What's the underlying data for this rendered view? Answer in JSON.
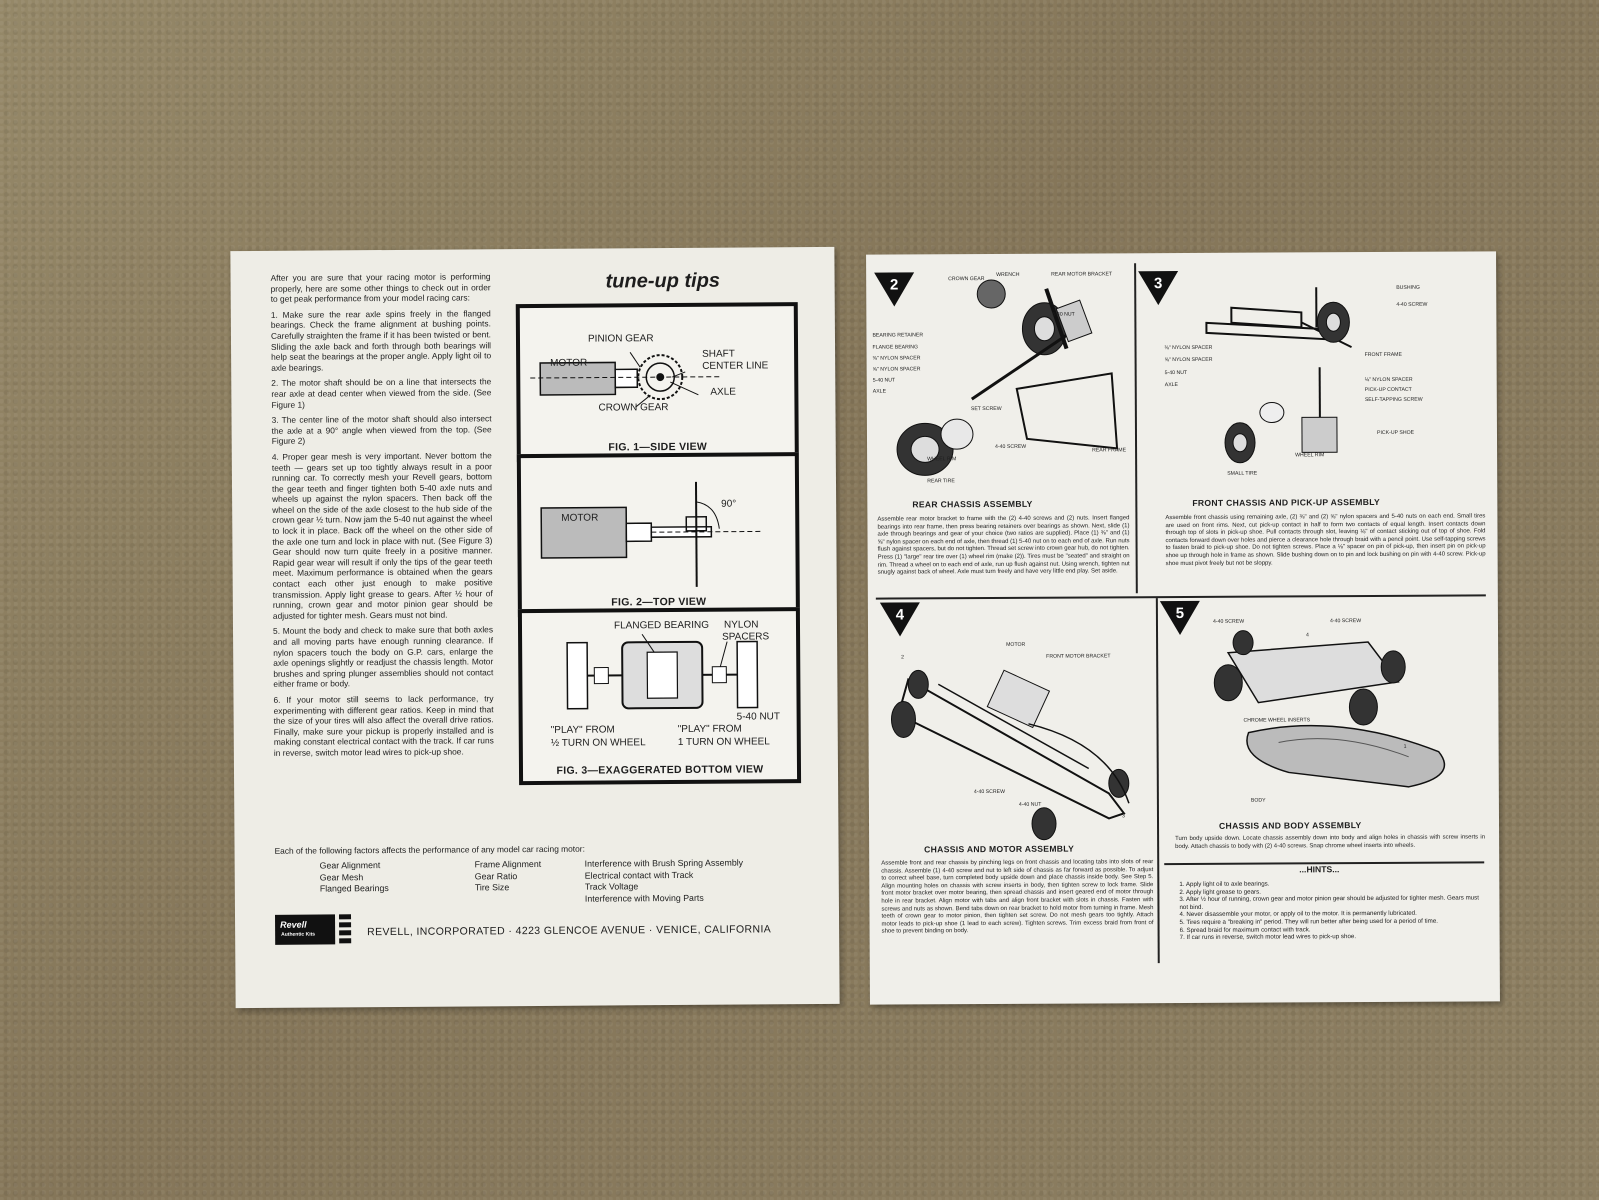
{
  "left_sheet": {
    "intro": [
      "After you are sure that your racing motor is performing properly, here are some other things to check out in order to get peak performance from your model racing cars:",
      "1. Make sure the rear axle spins freely in the flanged bearings. Check the frame alignment at bushing points. Carefully straighten the frame if it has been twisted or bent. Sliding the axle back and forth through both bearings will help seat the bearings at the proper angle. Apply light oil to axle bearings.",
      "2. The motor shaft should be on a line that intersects the rear axle at dead center when viewed from the side. (See Figure 1)",
      "3. The center line of the motor shaft should also intersect the axle at a 90° angle when viewed from the top. (See Figure 2)",
      "4. Proper gear mesh is very important. Never bottom the teeth — gears set up too tightly always result in a poor running car. To correctly mesh your Revell gears, bottom the gear teeth and finger tighten both 5-40 axle nuts and wheels up against the nylon spacers. Then back off the wheel on the side of the axle closest to the hub side of the crown gear ½ turn. Now jam the 5-40 nut against the wheel to lock it in place. Back off the wheel on the other side of the axle one turn and lock in place with nut. (See Figure 3) Gear should now turn quite freely in a positive manner. Rapid gear wear will result if only the tips of the gear teeth meet. Maximum performance is obtained when the gears contact each other just enough to make positive transmission. Apply light grease to gears. After ½ hour of running, crown gear and motor pinion gear should be adjusted for tighter mesh. Gears must not bind.",
      "5. Mount the body and check to make sure that both axles and all moving parts have enough running clearance. If nylon spacers touch the body on G.P. cars, enlarge the axle openings slightly or readjust the chassis length. Motor brushes and spring plunger assemblies should not contact either frame or body.",
      "6. If your motor still seems to lack performance, try experimenting with different gear ratios. Keep in mind that the size of your tires will also affect the overall drive ratios. Finally, make sure your pickup is properly installed and is making constant electrical contact with the track. If car runs in reverse, switch motor lead wires to pick-up shoe."
    ],
    "title": "tune-up tips",
    "fig1": {
      "caption": "FIG. 1—SIDE VIEW",
      "pinion": "PINION GEAR",
      "motor": "MOTOR",
      "shaft": "SHAFT",
      "center": "CENTER LINE",
      "axle": "AXLE",
      "crown": "CROWN GEAR"
    },
    "fig2": {
      "caption": "FIG. 2—TOP VIEW",
      "motor": "MOTOR",
      "angle": "90°"
    },
    "fig3": {
      "caption": "FIG. 3—EXAGGERATED BOTTOM VIEW",
      "flanged": "FLANGED BEARING",
      "nylon1": "NYLON",
      "nylon2": "SPACERS",
      "nut": "5-40 NUT",
      "play1a": "\"PLAY\" FROM",
      "play1b": "½ TURN ON WHEEL",
      "play2a": "\"PLAY\" FROM",
      "play2b": "1 TURN ON WHEEL"
    },
    "factors_title": "Each of the following factors affects the performance of any model car racing motor:",
    "factors_col1": [
      "Gear Alignment",
      "Gear Mesh",
      "Flanged Bearings"
    ],
    "factors_col2": [
      "Frame Alignment",
      "Gear Ratio",
      "Tire Size"
    ],
    "factors_col3": [
      "Interference with Brush Spring Assembly",
      "Electrical contact with Track",
      "Track Voltage",
      "Interference with Moving Parts"
    ],
    "logo": "Revell",
    "logo_sub": "Authentic Kits",
    "address": "REVELL, INCORPORATED · 4223 GLENCOE AVENUE · VENICE, CALIFORNIA"
  },
  "right_sheet": {
    "step2": {
      "num": "2",
      "title": "REAR CHASSIS ASSEMBLY",
      "text": "Assemble rear motor bracket to frame with the (2) 4-40 screws and (2) nuts. Insert flanged bearings into rear frame, then press bearing retainers over bearings as shown. Next, slide (1) axle through bearings and gear of your choice (two ratios are supplied). Place (1) ⅜\" and (1) ⅝\" nylon spacer on each end of axle, then thread (1) 5-40 nut on to each end of axle. Run nuts flush against spacers, but do not tighten. Thread set screw into crown gear hub, do not tighten. Press (1) \"large\" rear tire over (1) wheel rim (make (2)). Tires must be \"seated\" and straight on rim. Thread a wheel on to each end of axle, run up flush against nut. Using wrench, tighten nut snugly against back of wheel. Axle must turn freely and have very little end play. Set aside.",
      "labels": [
        "CROWN GEAR",
        "WRENCH",
        "REAR MOTOR BRACKET",
        "BEARING RETAINER",
        "FLANGE BEARING",
        "⅜\" NYLON SPACER",
        "⅝\" NYLON SPACER",
        "5-40 NUT",
        "AXLE",
        "SET SCREW",
        "5-40 NUT",
        "4-40 SCREW",
        "WHEEL RIM",
        "REAR TIRE",
        "REAR FRAME"
      ]
    },
    "step3": {
      "num": "3",
      "title": "FRONT CHASSIS AND PICK-UP ASSEMBLY",
      "text": "Assemble front chassis using remaining axle, (2) ⅜\" and (2) ⅝\" nylon spacers and 5-40 nuts on each end. Small tires are used on front rims. Next, cut pick-up contact in half to form two contacts of equal length. Insert contacts down through top of slots in pick-up shoe. Pull contacts through slot, leaving ⅛\" of contact sticking out of top of shoe. Fold contacts forward down over holes and pierce a clearance hole through braid with a pencil point. Use self-tapping screws to fasten braid to pick-up shoe. Do not tighten screws. Place a ⅛\" spacer on pin of pick-up, then insert pin on pick-up shoe up through hole in frame as shown. Slide bushing down on to pin and lock bushing on pin with 4-40 screw. Pick-up shoe must pivot freely but not be sloppy.",
      "labels": [
        "BUSHING",
        "4-40 SCREW",
        "⅜\" NYLON SPACER",
        "⅝\" NYLON SPACER",
        "5-40 NUT",
        "AXLE",
        "FRONT FRAME",
        "⅛\" NYLON SPACER",
        "PICK-UP CONTACT",
        "SELF-TAPPING SCREW",
        "PICK-UP SHOE",
        "WHEEL RIM",
        "SMALL TIRE"
      ]
    },
    "step4": {
      "num": "4",
      "title": "CHASSIS AND MOTOR ASSEMBLY",
      "text": "Assemble front and rear chassis by pinching legs on front chassis and locating tabs into slots of rear chassis. Assemble (1) 4-40 screw and nut to left side of chassis as far forward as possible. To adjust to correct wheel base, turn completed body upside down and place chassis inside body. See Step 5. Align mounting holes on chassis with screw inserts in body, then tighten screw to lock frame. Slide front motor bracket over motor bearing, then spread chassis and insert geared end of motor through hole in rear bracket. Align motor with tabs and align front bracket with slots in chassis. Fasten with screws and nuts as shown. Bend tabs down on rear bracket to hold motor from turning in frame. Mesh teeth of crown gear to motor pinion, then tighten set screw. Do not mesh gears too tightly. Attach motor leads to pick-up shoe (1 lead to each screw). Tighten screws. Trim excess braid from front of shoe to prevent binding on body.",
      "labels": [
        "MOTOR",
        "FRONT MOTOR BRACKET",
        "4-40 SCREW",
        "4-40 NUT",
        "2",
        "3"
      ]
    },
    "step5": {
      "num": "5",
      "title": "CHASSIS AND BODY ASSEMBLY",
      "text": "Turn body upside down. Locate chassis assembly down into body and align holes in chassis with screw inserts in body. Attach chassis to body with (2) 4-40 screws. Snap chrome wheel inserts into wheels.",
      "labels": [
        "4-40 SCREW",
        "4-40 SCREW",
        "CHROME WHEEL INSERTS",
        "BODY",
        "4",
        "1"
      ]
    },
    "hints_title": "...HINTS...",
    "hints": [
      "1. Apply light oil to axle bearings.",
      "2. Apply light grease to gears.",
      "3. After ½ hour of running, crown gear and motor pinion gear should be adjusted for tighter mesh. Gears must not bind.",
      "4. Never disassemble your motor, or apply oil to the motor. It is permanently lubricated.",
      "5. Tires require a \"breaking in\" period. They will run better after being used for a period of time.",
      "6. Spread braid for maximum contact with track.",
      "7. If car runs in reverse, switch motor lead wires to pick-up shoe."
    ]
  },
  "colors": {
    "carpet": "#8a7c62",
    "paper": "#eeede6",
    "ink": "#1d1d1d"
  }
}
